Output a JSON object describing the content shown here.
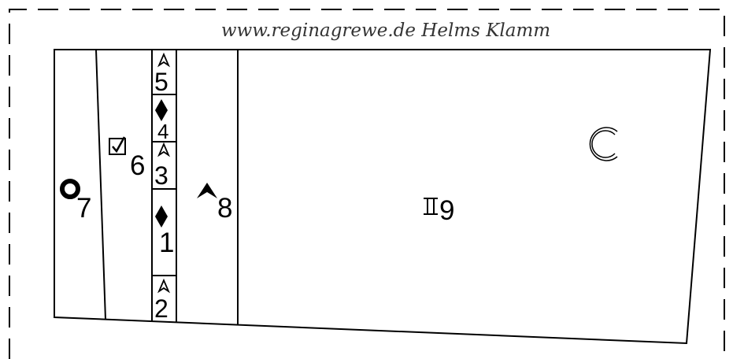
{
  "header": {
    "credit": "www.reginagrewe.de Helms Klamm"
  },
  "diagram": {
    "symbols": {
      "bolt": "bolt-icon",
      "gear_placement": "gear-placement-icon",
      "natural_gear": "natural-gear-icon",
      "belay": "belay-icon",
      "piton": "piton-icon",
      "copyright": "copyright-icon"
    },
    "labels": {
      "route_7": "7",
      "route_6": "6",
      "route_8": "8",
      "route_9": "9",
      "pitch_5": "5",
      "pitch_4": "4",
      "pitch_3": "3",
      "pitch_1": "1",
      "pitch_2": "2"
    }
  },
  "colors": {
    "ink": "#000000",
    "background": "#ffffff",
    "credit_text": "#333333"
  }
}
